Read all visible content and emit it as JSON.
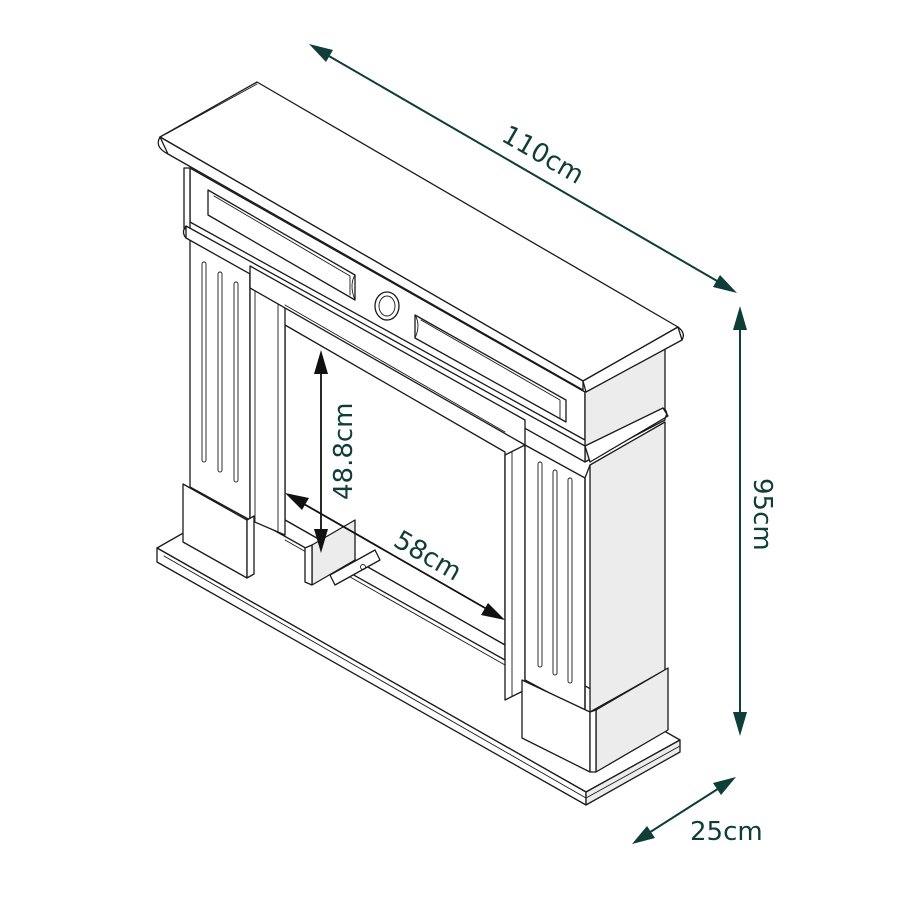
{
  "diagram": {
    "subject": "Fireplace surround with mantel shelf (isometric line drawing)",
    "accent_color": "#0f3d38",
    "line_color": "#1a1a1a",
    "shade_color": "#ececec",
    "dimensions": {
      "width": {
        "label": "110cm",
        "value": 110,
        "unit": "cm"
      },
      "height": {
        "label": "95cm",
        "value": 95,
        "unit": "cm"
      },
      "depth": {
        "label": "25cm",
        "value": 25,
        "unit": "cm"
      },
      "opening_height": {
        "label": "48.8cm",
        "value": 48.8,
        "unit": "cm"
      },
      "opening_width": {
        "label": "58cm",
        "value": 58,
        "unit": "cm"
      }
    }
  }
}
